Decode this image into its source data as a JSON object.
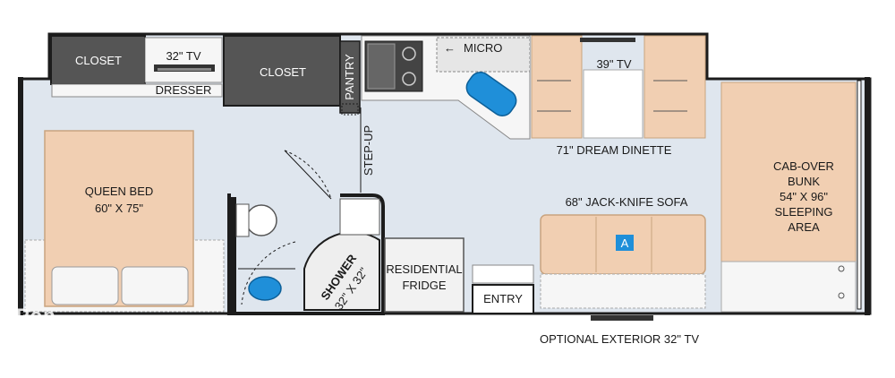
{
  "floorplan": {
    "labels": {
      "closet_left": "CLOSET",
      "tv_32": "32\" TV",
      "dresser": "DRESSER",
      "closet_center": "CLOSET",
      "pantry": "PANTRY",
      "micro": "MICRO",
      "tv_39": "39\" TV",
      "dinette": "71\" DREAM DINETTE",
      "step_up": "STEP-UP",
      "bunk_line1": "CAB-OVER",
      "bunk_line2": "BUNK",
      "bunk_line3": "54\" X 96\"",
      "bunk_line4": "SLEEPING",
      "bunk_line5": "AREA",
      "bed_line1": "QUEEN BED",
      "bed_line2": "60\" X 75\"",
      "sofa": "68\" JACK-KNIFE SOFA",
      "sofa_badge": "A",
      "shower_line1": "SHOWER",
      "shower_line2": "32\" X 32\"",
      "fridge_line1": "RESIDENTIAL",
      "fridge_line2": "FRIDGE",
      "entry": "ENTRY",
      "exterior_tv": "OPTIONAL EXTERIOR 32\" TV"
    },
    "watermark": "Pop",
    "colors": {
      "floor": "#dfe6ee",
      "wall": "#1c1c1c",
      "cabinet": "#555555",
      "bed": "#f1cfb2",
      "counter": "#f6f6f6",
      "sink": "#1f8fd9",
      "badge": "#1f8fd9"
    }
  }
}
